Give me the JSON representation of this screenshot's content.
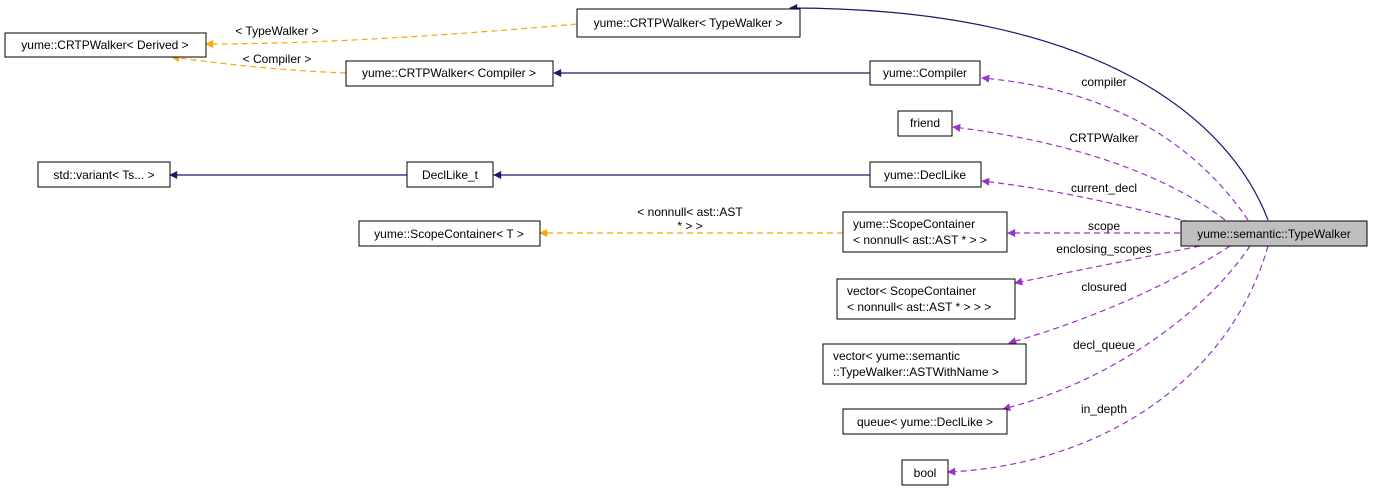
{
  "colors": {
    "inherit": "#191970",
    "template": "#ffa500",
    "usage": "#9a32cd",
    "focus_fill": "#bfbfbf"
  },
  "nodes": {
    "crtp_typewalker": "yume::CRTPWalker< TypeWalker >",
    "crtp_derived": "yume::CRTPWalker< Derived >",
    "crtp_compiler": "yume::CRTPWalker< Compiler >",
    "compiler": "yume::Compiler",
    "friend": "friend",
    "std_variant": "std::variant< Ts... >",
    "decllike_t": "DeclLike_t",
    "decllike": "yume::DeclLike",
    "scopecontainer_t": "yume::ScopeContainer< T >",
    "scopecontainer_ast": [
      "yume::ScopeContainer",
      "< nonnull< ast::AST * > >"
    ],
    "vector_scopecontainer": [
      "vector< ScopeContainer",
      "< nonnull< ast::AST * > > >"
    ],
    "vector_astwithname": [
      "vector< yume::semantic",
      "::TypeWalker::ASTWithName >"
    ],
    "queue_decllike": "queue< yume::DeclLike >",
    "bool": "bool",
    "typewalker": "yume::semantic::TypeWalker"
  },
  "edge_labels": {
    "tpl_typewalker": "< TypeWalker >",
    "tpl_compiler": "< Compiler >",
    "tpl_nonnull": [
      "< nonnull< ast::AST",
      "* > >"
    ],
    "compiler": "compiler",
    "crtpwalker": "CRTPWalker",
    "current_decl": "current_decl",
    "scope": "scope",
    "enclosing_scopes": "enclosing_scopes",
    "closured": "closured",
    "decl_queue": "decl_queue",
    "in_depth": "in_depth"
  }
}
